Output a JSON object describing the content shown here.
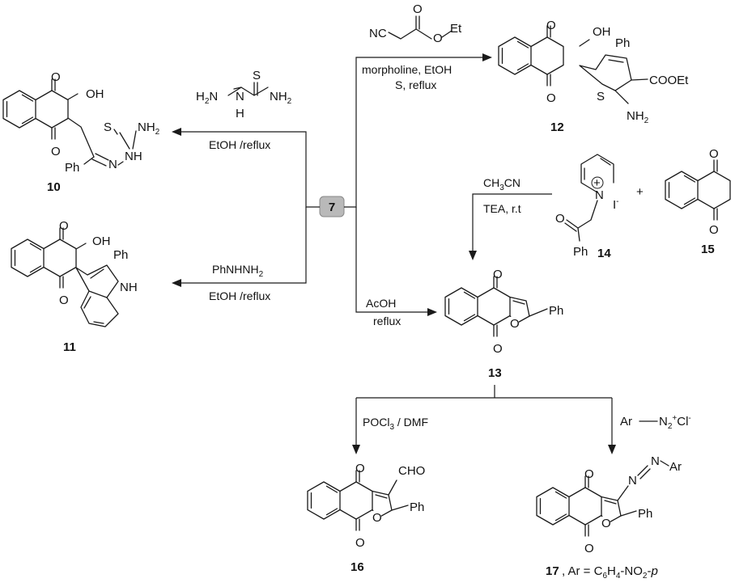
{
  "compounds": {
    "c7": "7",
    "c10": "10",
    "c11": "11",
    "c12": "12",
    "c13": "13",
    "c14": "14",
    "c15": "15",
    "c16": "16",
    "c17": "17",
    "c17_ar_def": ", Ar = C6H4-NO2-p"
  },
  "atoms": {
    "O": "O",
    "OH": "OH",
    "Ph": "Ph",
    "S": "S",
    "NH2": "NH2",
    "NH": "NH",
    "N": "N",
    "H2N": "H2N",
    "H": "H",
    "COOEt": "COOEt",
    "CHO": "CHO",
    "Ar": "Ar",
    "iodide": "I-",
    "plus": "+",
    "NC": "NC",
    "Et": "Et"
  },
  "reagents": {
    "r10_cond": "EtOH /reflux",
    "r11_reagent": "PhNHNH2",
    "r11_cond": "EtOH /reflux",
    "r12_cond1": "morpholine, EtOH",
    "r12_cond2": "S, reflux",
    "r13_cond1": "AcOH",
    "r13_cond2": "reflux",
    "r13b_solvent": "CH3CN",
    "r13b_cond": "TEA, r.t",
    "r16_reagent": "POCl3 / DMF",
    "r17_reagent": "N2+Cl-"
  }
}
